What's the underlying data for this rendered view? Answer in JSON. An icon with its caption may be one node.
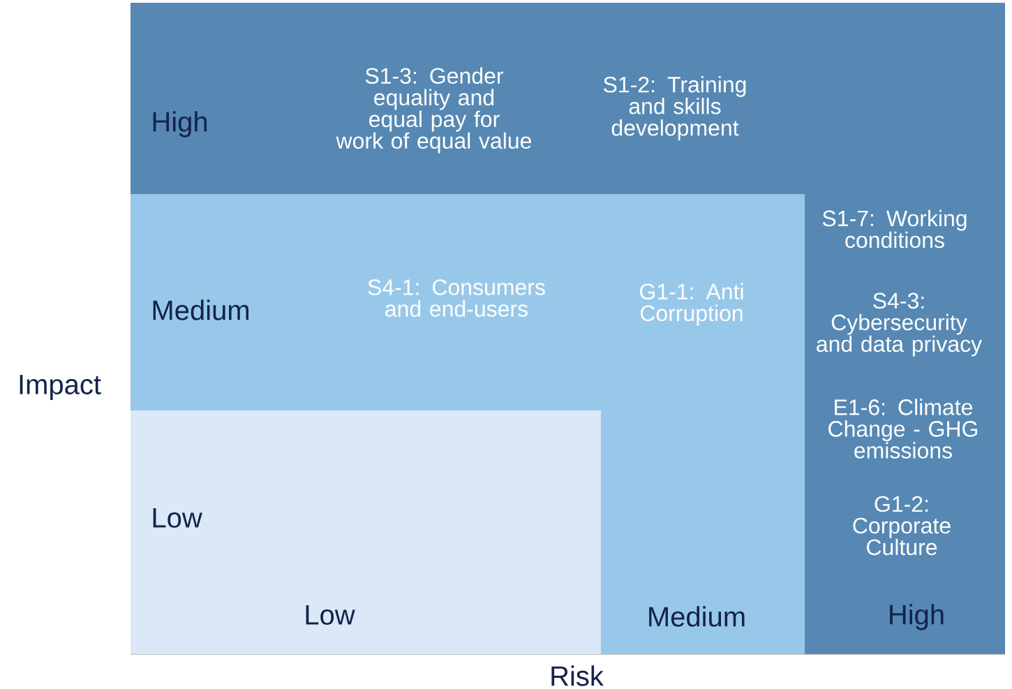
{
  "diagram": {
    "nodes": [
      {
        "text": [
          "High",
          "S1-3: Gender equality and equal pay for work of equal value",
          "S1-2: Training and skills development",
          "S1-7: Working conditions",
          "S4-3: Cybersecurity and data privacy",
          "E1-6: Climate Change - GHG emissions",
          "G1-2: Corporate Culture",
          "High"
        ]
      },
      {
        "text": [
          "Medium",
          "S4-1: Consumers and end-users",
          "G1-1: Anti Corruption",
          "Medium"
        ]
      },
      {
        "text": [
          "Low",
          "Low"
        ]
      }
    ],
    "labels": [
      "Impact",
      "Risk"
    ]
  }
}
